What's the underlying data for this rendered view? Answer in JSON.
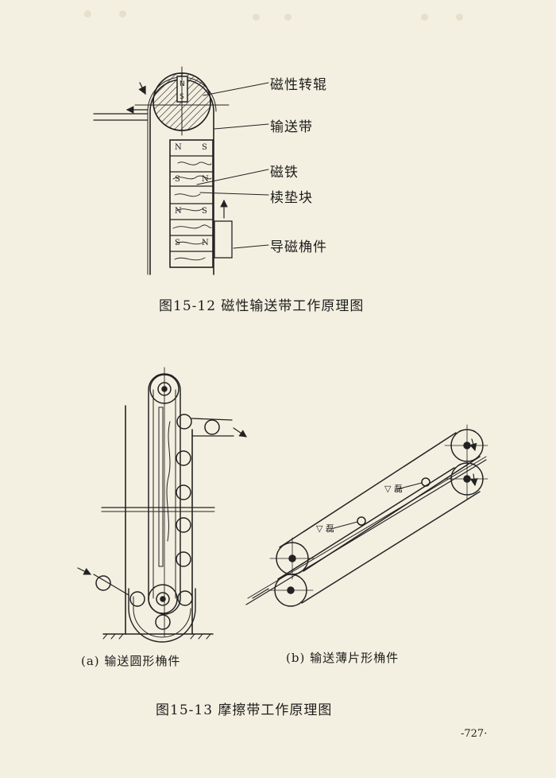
{
  "figure1": {
    "labels": {
      "magnetic_roller": "磁性转辊",
      "conveyor_belt": "输送带",
      "magnet": "磁铁",
      "wood_spacer": "椟垫块",
      "guide_part": "导磁桷件"
    },
    "pole_n": "N",
    "pole_s": "S",
    "caption": "图15-12 磁性输送带工作原理图"
  },
  "figure2": {
    "sub_a": "(a) 输送圆形桷件",
    "sub_b": "(b) 输送薄片形桷件",
    "caption": "图15-13 摩擦带工作原理图"
  },
  "page_number": "-727·"
}
